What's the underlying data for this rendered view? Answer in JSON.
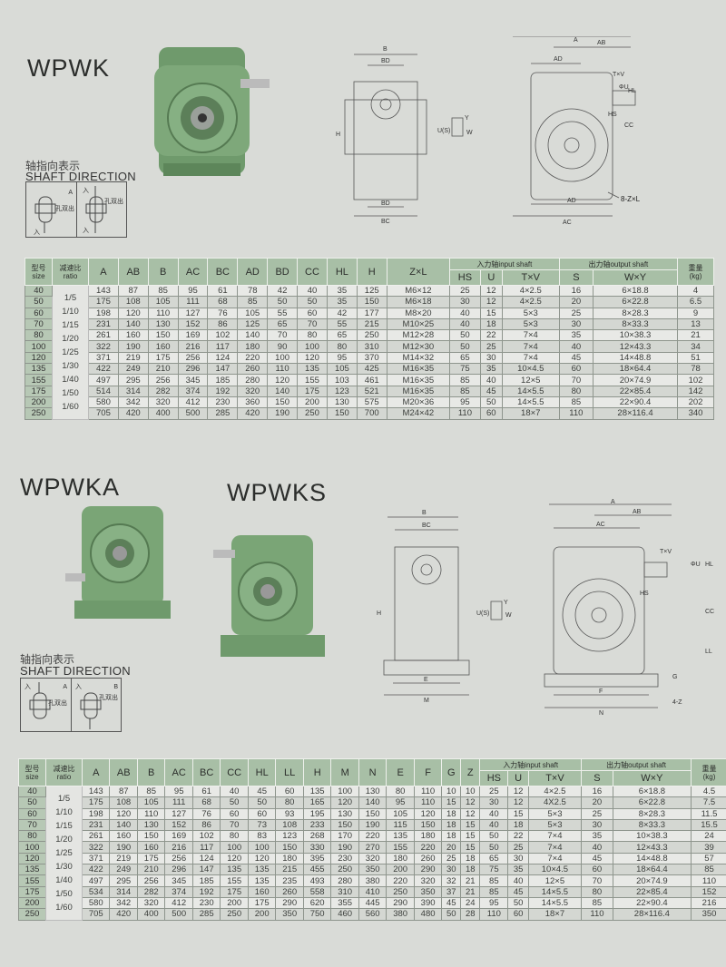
{
  "section1": {
    "title": "WPWK",
    "shaft_direction_cn": "轴指向表示",
    "shaft_direction_en": "SHAFT DIRECTION",
    "shaft_labels": {
      "a": "A",
      "in1": "入",
      "out1": "孔双出",
      "in2": "入",
      "in3": "入",
      "out2": "孔双出"
    },
    "diagram_front_labels": [
      "B",
      "BD",
      "H",
      "BD",
      "BC"
    ],
    "diagram_shaft_labels": [
      "Y",
      "U(S)",
      "W"
    ],
    "diagram_side_labels": [
      "A",
      "AB",
      "AD",
      "T×V",
      "ΦU",
      "HL",
      "HS",
      "CC",
      "AD",
      "AC",
      "8-Z×L"
    ]
  },
  "table1": {
    "headers": {
      "size_cn": "型号",
      "size_en": "size",
      "ratio_cn": "减速比",
      "ratio_en": "ratio",
      "input_shaft": "入力轴input shaft",
      "output_shaft": "出力轴output shaft",
      "weight_cn": "重量",
      "weight_en": "(kg)"
    },
    "columns": [
      "A",
      "AB",
      "B",
      "AC",
      "BC",
      "AD",
      "BD",
      "CC",
      "HL",
      "H",
      "Z×L"
    ],
    "input_columns": [
      "HS",
      "U",
      "T×V"
    ],
    "output_columns": [
      "S",
      "W×Y"
    ],
    "sizes": [
      "40",
      "50",
      "60",
      "70",
      "80",
      "100",
      "120",
      "135",
      "155",
      "175",
      "200",
      "250"
    ],
    "ratios": [
      "1/5",
      "1/10",
      "1/15",
      "1/20",
      "1/25",
      "1/30",
      "1/40",
      "1/50",
      "1/60"
    ],
    "rows": [
      [
        "143",
        "87",
        "85",
        "95",
        "61",
        "78",
        "42",
        "40",
        "35",
        "125",
        "M6×12",
        "25",
        "12",
        "4×2.5",
        "16",
        "6×18.8",
        "4"
      ],
      [
        "175",
        "108",
        "105",
        "111",
        "68",
        "85",
        "50",
        "50",
        "35",
        "150",
        "M6×18",
        "30",
        "12",
        "4×2.5",
        "20",
        "6×22.8",
        "6.5"
      ],
      [
        "198",
        "120",
        "110",
        "127",
        "76",
        "105",
        "55",
        "60",
        "42",
        "177",
        "M8×20",
        "40",
        "15",
        "5×3",
        "25",
        "8×28.3",
        "9"
      ],
      [
        "231",
        "140",
        "130",
        "152",
        "86",
        "125",
        "65",
        "70",
        "55",
        "215",
        "M10×25",
        "40",
        "18",
        "5×3",
        "30",
        "8×33.3",
        "13"
      ],
      [
        "261",
        "160",
        "150",
        "169",
        "102",
        "140",
        "70",
        "80",
        "65",
        "250",
        "M12×28",
        "50",
        "22",
        "7×4",
        "35",
        "10×38.3",
        "21"
      ],
      [
        "322",
        "190",
        "160",
        "216",
        "117",
        "180",
        "90",
        "100",
        "80",
        "310",
        "M12×30",
        "50",
        "25",
        "7×4",
        "40",
        "12×43.3",
        "34"
      ],
      [
        "371",
        "219",
        "175",
        "256",
        "124",
        "220",
        "100",
        "120",
        "95",
        "370",
        "M14×32",
        "65",
        "30",
        "7×4",
        "45",
        "14×48.8",
        "51"
      ],
      [
        "422",
        "249",
        "210",
        "296",
        "147",
        "260",
        "110",
        "135",
        "105",
        "425",
        "M16×35",
        "75",
        "35",
        "10×4.5",
        "60",
        "18×64.4",
        "78"
      ],
      [
        "497",
        "295",
        "256",
        "345",
        "185",
        "280",
        "120",
        "155",
        "103",
        "461",
        "M16×35",
        "85",
        "40",
        "12×5",
        "70",
        "20×74.9",
        "102"
      ],
      [
        "514",
        "314",
        "282",
        "374",
        "192",
        "320",
        "140",
        "175",
        "123",
        "521",
        "M16×35",
        "85",
        "45",
        "14×5.5",
        "80",
        "22×85.4",
        "142"
      ],
      [
        "580",
        "342",
        "320",
        "412",
        "230",
        "360",
        "150",
        "200",
        "130",
        "575",
        "M20×36",
        "95",
        "50",
        "14×5.5",
        "85",
        "22×90.4",
        "202"
      ],
      [
        "705",
        "420",
        "400",
        "500",
        "285",
        "420",
        "190",
        "250",
        "150",
        "700",
        "M24×42",
        "110",
        "60",
        "18×7",
        "110",
        "28×116.4",
        "340"
      ]
    ]
  },
  "section2": {
    "title_a": "WPWKA",
    "title_s": "WPWKS",
    "shaft_direction_cn": "轴指向表示",
    "shaft_direction_en": "SHAFT DIRECTION",
    "shaft_labels": {
      "a": "A",
      "b": "B",
      "in1": "入",
      "out1": "孔双出",
      "in2": "入",
      "out2": "孔双出"
    },
    "diagram_front_labels": [
      "B",
      "BC",
      "H",
      "E",
      "M"
    ],
    "diagram_shaft_labels": [
      "Y",
      "U(S)",
      "W"
    ],
    "diagram_side_labels": [
      "A",
      "AB",
      "AC",
      "T×V",
      "ΦU",
      "HL",
      "HS",
      "CC",
      "LL",
      "G",
      "F",
      "N",
      "4-Z"
    ]
  },
  "table2": {
    "headers": {
      "size_cn": "型号",
      "size_en": "size",
      "ratio_cn": "减速比",
      "ratio_en": "ratio",
      "input_shaft": "入力轴input shaft",
      "output_shaft": "出力轴output shaft",
      "weight_cn": "重量",
      "weight_en": "(kg)"
    },
    "columns": [
      "A",
      "AB",
      "B",
      "AC",
      "BC",
      "CC",
      "HL",
      "LL",
      "H",
      "M",
      "N",
      "E",
      "F",
      "G",
      "Z"
    ],
    "input_columns": [
      "HS",
      "U",
      "T×V"
    ],
    "output_columns": [
      "S",
      "W×Y"
    ],
    "sizes": [
      "40",
      "50",
      "60",
      "70",
      "80",
      "100",
      "120",
      "135",
      "155",
      "175",
      "200",
      "250"
    ],
    "ratios": [
      "1/5",
      "1/10",
      "1/15",
      "1/20",
      "1/25",
      "1/30",
      "1/40",
      "1/50",
      "1/60"
    ],
    "rows": [
      [
        "143",
        "87",
        "85",
        "95",
        "61",
        "40",
        "45",
        "60",
        "135",
        "100",
        "130",
        "80",
        "110",
        "10",
        "10",
        "25",
        "12",
        "4×2.5",
        "16",
        "6×18.8",
        "4.5"
      ],
      [
        "175",
        "108",
        "105",
        "111",
        "68",
        "50",
        "50",
        "80",
        "165",
        "120",
        "140",
        "95",
        "110",
        "15",
        "12",
        "30",
        "12",
        "4X2.5",
        "20",
        "6×22.8",
        "7.5"
      ],
      [
        "198",
        "120",
        "110",
        "127",
        "76",
        "60",
        "60",
        "93",
        "195",
        "130",
        "150",
        "105",
        "120",
        "18",
        "12",
        "40",
        "15",
        "5×3",
        "25",
        "8×28.3",
        "11.5"
      ],
      [
        "231",
        "140",
        "130",
        "152",
        "86",
        "70",
        "73",
        "108",
        "233",
        "150",
        "190",
        "115",
        "150",
        "18",
        "15",
        "40",
        "18",
        "5×3",
        "30",
        "8×33.3",
        "15.5"
      ],
      [
        "261",
        "160",
        "150",
        "169",
        "102",
        "80",
        "83",
        "123",
        "268",
        "170",
        "220",
        "135",
        "180",
        "18",
        "15",
        "50",
        "22",
        "7×4",
        "35",
        "10×38.3",
        "24"
      ],
      [
        "322",
        "190",
        "160",
        "216",
        "117",
        "100",
        "100",
        "150",
        "330",
        "190",
        "270",
        "155",
        "220",
        "20",
        "15",
        "50",
        "25",
        "7×4",
        "40",
        "12×43.3",
        "39"
      ],
      [
        "371",
        "219",
        "175",
        "256",
        "124",
        "120",
        "120",
        "180",
        "395",
        "230",
        "320",
        "180",
        "260",
        "25",
        "18",
        "65",
        "30",
        "7×4",
        "45",
        "14×48.8",
        "57"
      ],
      [
        "422",
        "249",
        "210",
        "296",
        "147",
        "135",
        "135",
        "215",
        "455",
        "250",
        "350",
        "200",
        "290",
        "30",
        "18",
        "75",
        "35",
        "10×4.5",
        "60",
        "18×64.4",
        "85"
      ],
      [
        "497",
        "295",
        "256",
        "345",
        "185",
        "155",
        "135",
        "235",
        "493",
        "280",
        "380",
        "220",
        "320",
        "32",
        "21",
        "85",
        "40",
        "12×5",
        "70",
        "20×74.9",
        "110"
      ],
      [
        "534",
        "314",
        "282",
        "374",
        "192",
        "175",
        "160",
        "260",
        "558",
        "310",
        "410",
        "250",
        "350",
        "37",
        "21",
        "85",
        "45",
        "14×5.5",
        "80",
        "22×85.4",
        "152"
      ],
      [
        "580",
        "342",
        "320",
        "412",
        "230",
        "200",
        "175",
        "290",
        "620",
        "355",
        "445",
        "290",
        "390",
        "45",
        "24",
        "95",
        "50",
        "14×5.5",
        "85",
        "22×90.4",
        "216"
      ],
      [
        "705",
        "420",
        "400",
        "500",
        "285",
        "250",
        "200",
        "350",
        "750",
        "460",
        "560",
        "380",
        "480",
        "50",
        "28",
        "110",
        "60",
        "18×7",
        "110",
        "28×116.4",
        "350"
      ]
    ]
  }
}
